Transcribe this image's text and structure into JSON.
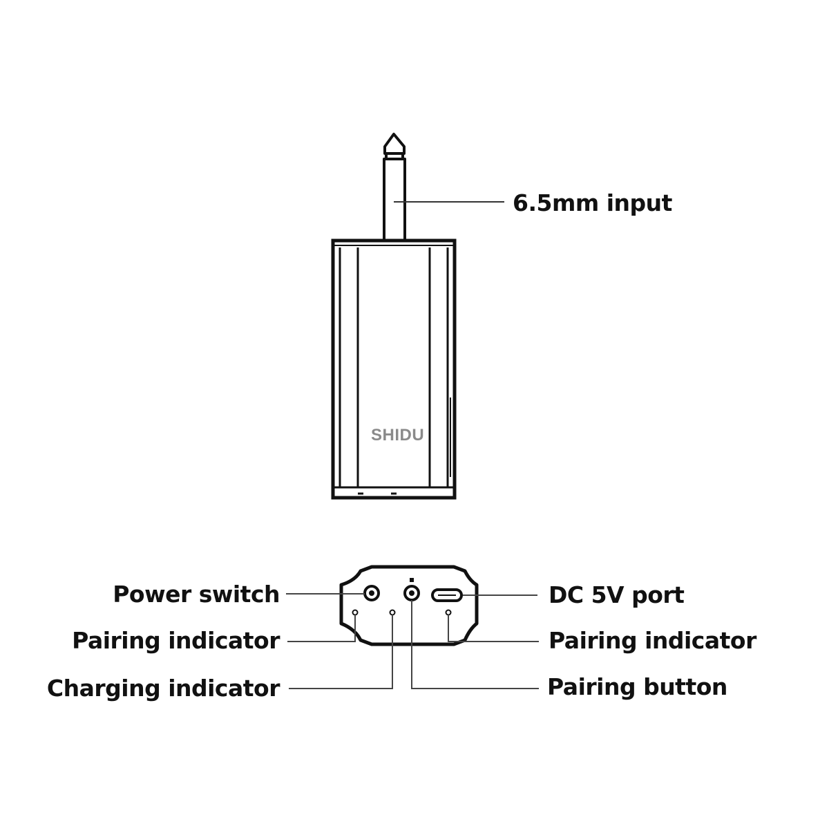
{
  "device": {
    "brand": "SHIDU"
  },
  "labels": {
    "input": "6.5mm input",
    "power_switch": "Power switch",
    "pairing_indicator_left": "Pairing indicator",
    "charging_indicator": "Charging indicator",
    "dc_port": "DC 5V port",
    "pairing_indicator_right": "Pairing indicator",
    "pairing_button": "Pairing button"
  },
  "colors": {
    "line": "#111111",
    "brand_text": "#8a8a8a"
  }
}
